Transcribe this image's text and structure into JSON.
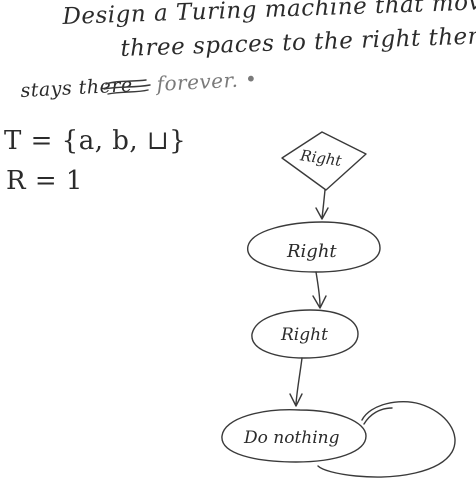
{
  "problem": {
    "line1": "Design a Turing machine that moves",
    "line2": "three spaces to the right then",
    "line3_start": "stays there",
    "line3_struck": "",
    "line3_end": "forever. •"
  },
  "definitions": {
    "tape_alphabet": "T = {a, b, ⊔}",
    "register": "R = 1"
  },
  "diagram": {
    "nodes": [
      {
        "id": "n1",
        "shape": "diamond",
        "label": "Right"
      },
      {
        "id": "n2",
        "shape": "ellipse",
        "label": "Right"
      },
      {
        "id": "n3",
        "shape": "ellipse",
        "label": "Right"
      },
      {
        "id": "n4",
        "shape": "ellipse",
        "label": "Do nothing"
      }
    ],
    "edges": [
      {
        "from": "n1",
        "to": "n2"
      },
      {
        "from": "n2",
        "to": "n3"
      },
      {
        "from": "n3",
        "to": "n4"
      },
      {
        "from": "n4",
        "to": "n4",
        "kind": "self-loop"
      }
    ]
  }
}
